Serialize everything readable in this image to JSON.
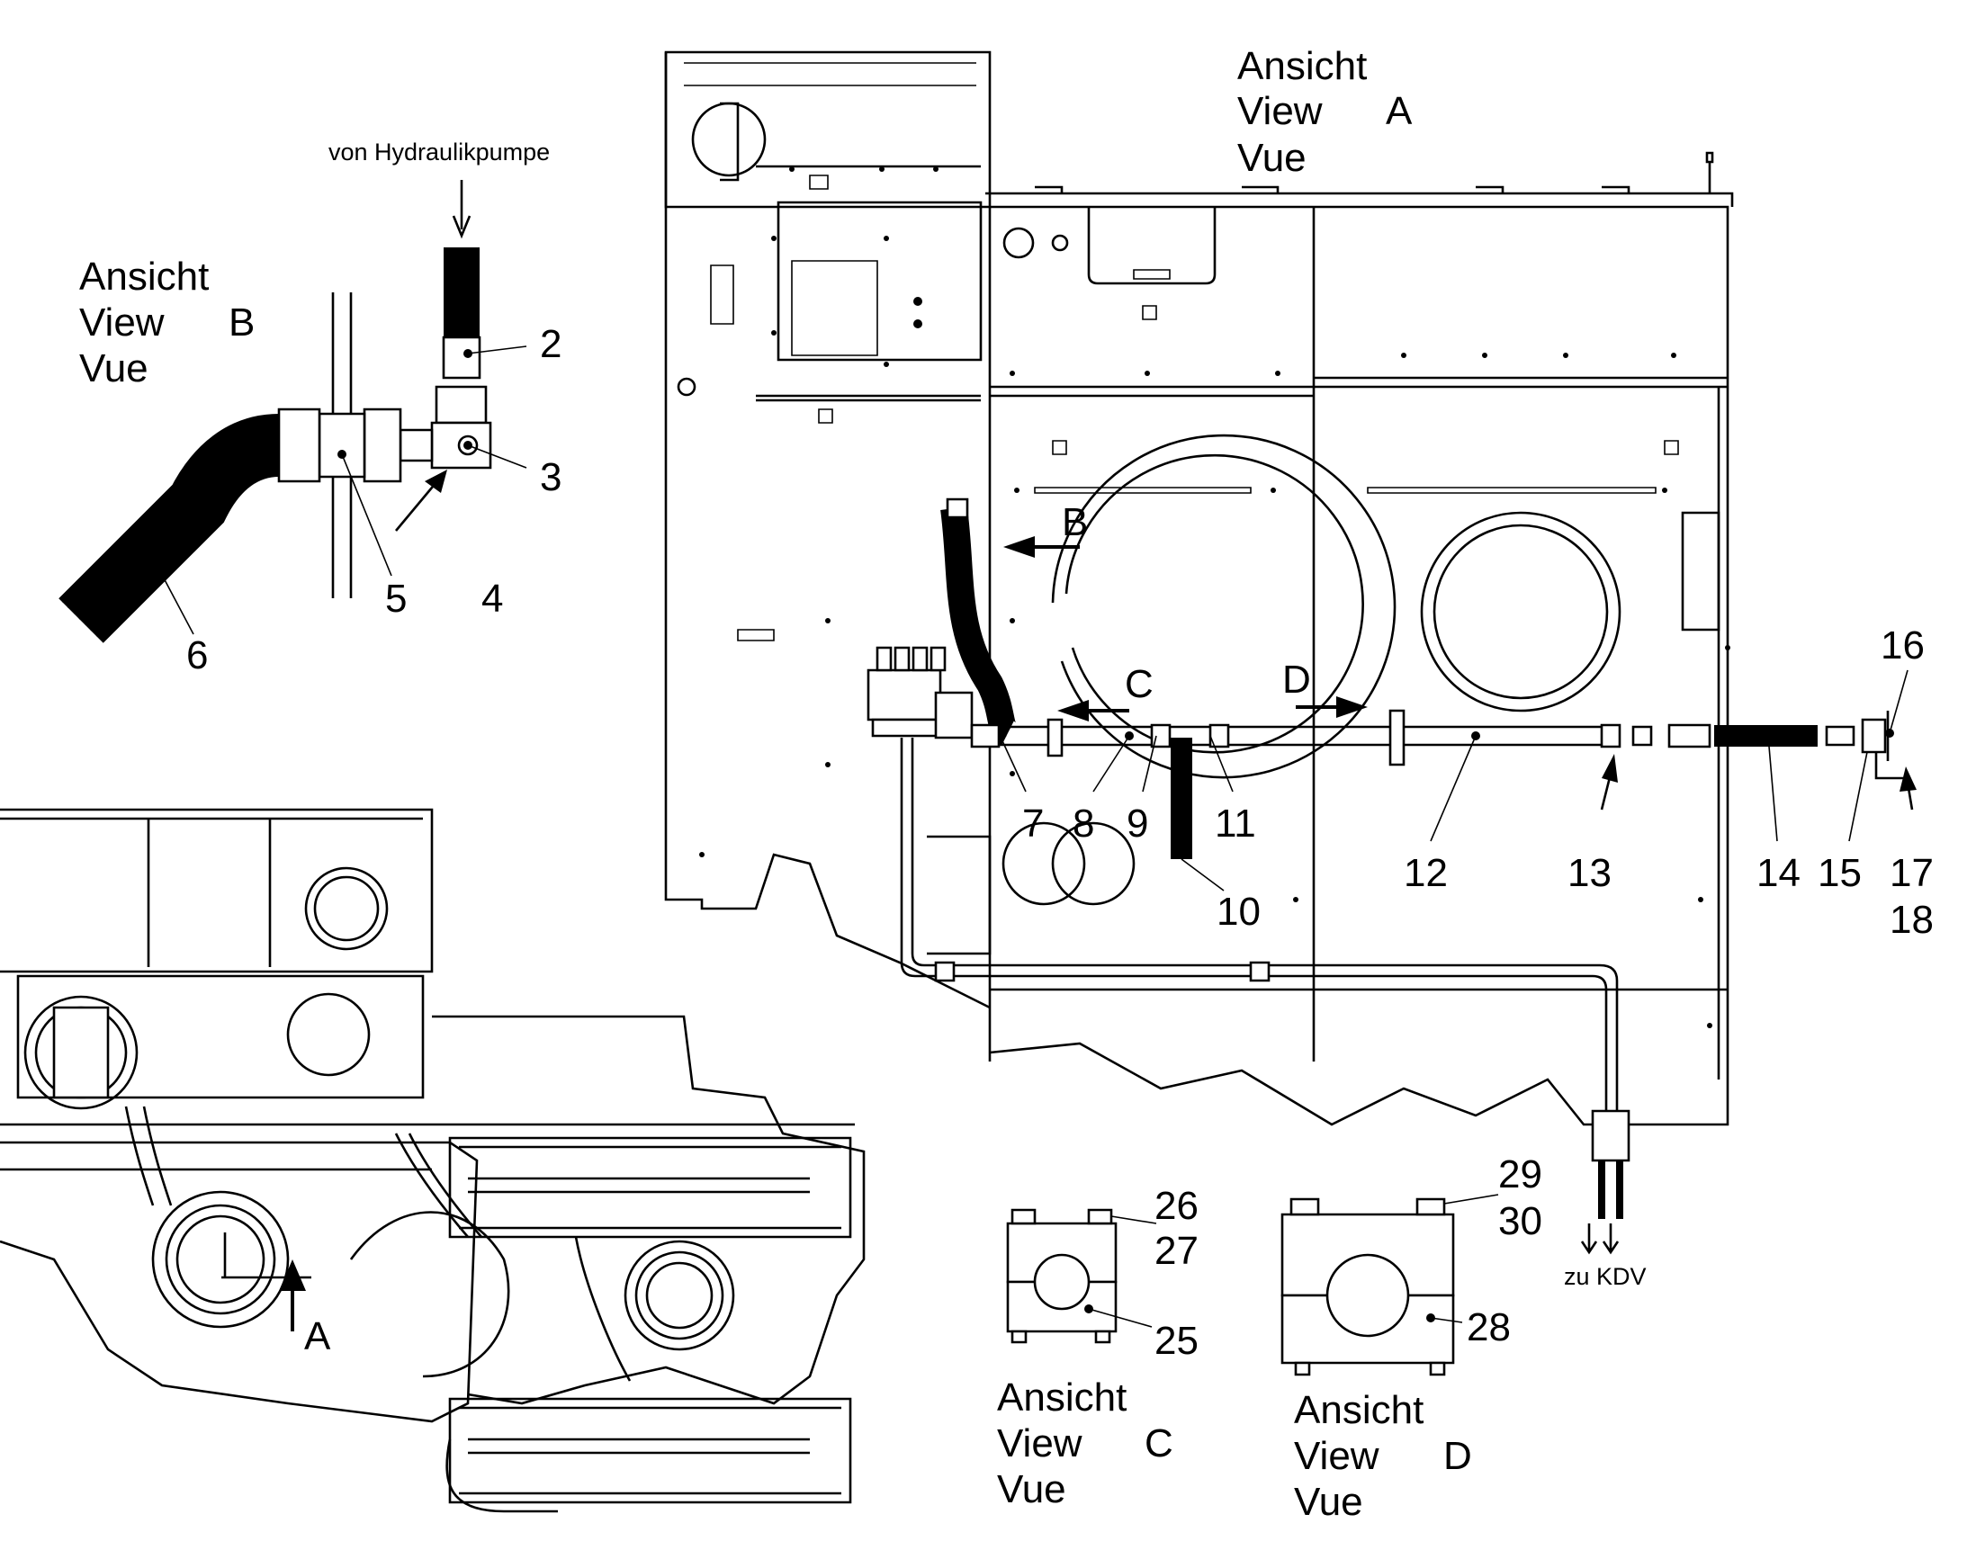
{
  "views": {
    "a": {
      "line1": "Ansicht",
      "line2": "View",
      "letter": "A",
      "line3": "Vue"
    },
    "b": {
      "line1": "Ansicht",
      "line2": "View",
      "letter": "B",
      "line3": "Vue"
    },
    "c": {
      "line1": "Ansicht",
      "line2": "View",
      "letter": "C",
      "line3": "Vue"
    },
    "d": {
      "line1": "Ansicht",
      "line2": "View",
      "letter": "D",
      "line3": "Vue"
    }
  },
  "annotations": {
    "from_pump": "von Hydraulikpumpe",
    "to_kdv": "zu KDV"
  },
  "arrow_letters": {
    "a": "A",
    "b": "B",
    "c": "C",
    "d": "D"
  },
  "parts": {
    "p2": "2",
    "p3": "3",
    "p4": "4",
    "p5": "5",
    "p6": "6",
    "p7": "7",
    "p8": "8",
    "p9": "9",
    "p10": "10",
    "p11": "11",
    "p12": "12",
    "p13": "13",
    "p14": "14",
    "p15": "15",
    "p16": "16",
    "p17": "17",
    "p18": "18",
    "p25": "25",
    "p26": "26",
    "p27": "27",
    "p28": "28",
    "p29": "29",
    "p30": "30"
  }
}
